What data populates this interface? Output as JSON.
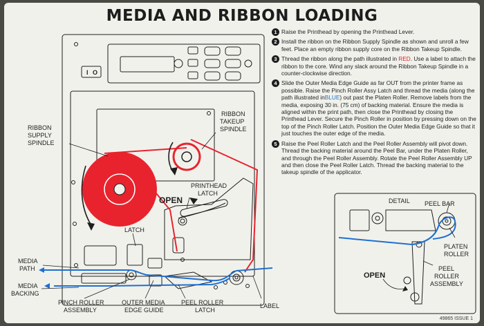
{
  "title": "MEDIA AND RIBBON LOADING",
  "steps": [
    {
      "num": "1",
      "text": "Raise the Printhead by opening the Printhead Lever."
    },
    {
      "num": "2",
      "text": "Install the ribbon on the Ribbon Supply Spindle as shown and unroll a few feet. Place an empty ribbon supply core on the Ribbon Takeup Spindle."
    },
    {
      "num": "3",
      "pre": "Thread the ribbon along the path illustrated in ",
      "em": "RED",
      "post": ". Use a label to attach the ribbon to the core. Wind any slack around the Ribbon Takeup Spindle in a counter-clockwise direction."
    },
    {
      "num": "4",
      "pre": "Slide the Outer Media Edge Guide as far OUT from the printer frame as possible. Raise the Pinch Roller Assy Latch and thread the media (along the path illustrated in",
      "em": "BLUE",
      "post": ") out past the Platen Roller. Remove labels from the media, exposing 30 in. (75 cm) of backing material. Ensure the media is aligned within the print path, then close the Printhead by closing the Printhead Lever. Secure the Pinch Roller in position by pressing down on the top of the Pinch Roller Latch. Position the Outer Media Edge Guide so that it just touches the outer edge of the media."
    },
    {
      "num": "5",
      "text": "Raise the Peel Roller Latch and the Peel Roller Assembly will pivot down. Thread the backing material around the Peel Bar, under the Platen Roller, and through the Peel Roller Assembly. Rotate the Peel Roller Assembly UP and then close the Peel Roller Latch. Thread the backing material to the takeup spindle of the applicator."
    }
  ],
  "labels": {
    "ribbon_supply_1": "RIBBON",
    "ribbon_supply_2": "SUPPLY",
    "ribbon_supply_3": "SPINDLE",
    "ribbon_takeup_1": "RIBBON",
    "ribbon_takeup_2": "TAKEUP",
    "ribbon_takeup_3": "SPINDLE",
    "open_main": "OPEN",
    "printhead_1": "PRINTHEAD",
    "printhead_2": "LATCH",
    "latch": "LATCH",
    "media_path_1": "MEDIA",
    "media_path_2": "PATH",
    "media_backing_1": "MEDIA",
    "media_backing_2": "BACKING",
    "pinch_1": "PINCH ROLLER",
    "pinch_2": "ASSEMBLY",
    "outer_1": "OUTER MEDIA",
    "outer_2": "EDGE GUIDE",
    "peel_latch_1": "PEEL ROLLER",
    "peel_latch_2": "LATCH",
    "label": "LABEL",
    "detail": "DETAIL",
    "peel_bar": "PEEL BAR",
    "platen_1": "PLATEN",
    "platen_2": "ROLLER",
    "peel_assy_1": "PEEL",
    "peel_assy_2": "ROLLER",
    "peel_assy_3": "ASSEMBLY",
    "open_detail": "OPEN",
    "switch_on": "I",
    "switch_off": "O"
  },
  "footer": "49865 ISSUE 1",
  "colors": {
    "ribbon": "#e8232d",
    "media": "#1e6fd0",
    "ink": "#1e1e1e",
    "card": "#f1f1ec"
  }
}
